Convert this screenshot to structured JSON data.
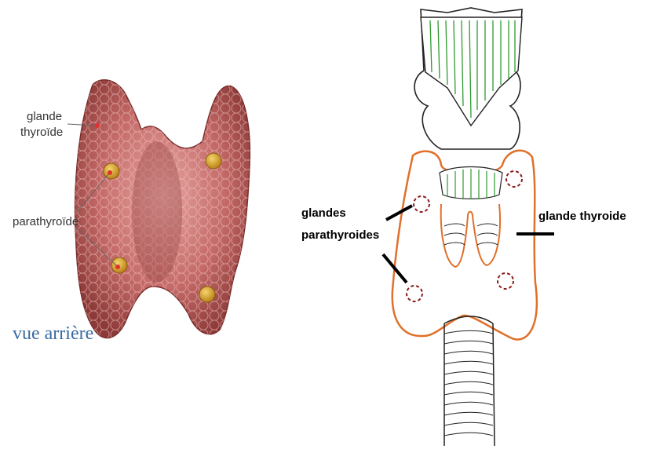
{
  "left": {
    "labels": {
      "thyroid_line1": "glande",
      "thyroid_line2": "thyroïde",
      "parathyroid": "parathyroïde",
      "view": "vue arrière"
    },
    "colors": {
      "gland": "#c46a68",
      "gland_dark": "#8c3a38",
      "parathyroid": "#d9a12a",
      "caption": "#3a6aa3"
    }
  },
  "right": {
    "labels": {
      "parathyroid_line1": "glandes",
      "parathyroid_line2": "parathyroides",
      "thyroid": "glande thyroide"
    },
    "colors": {
      "thyroid_outline": "#e0702a",
      "cartilage_lines": "#2e9a2e",
      "parathyroid_outline": "#8b1a1a",
      "ink": "#222222"
    }
  }
}
